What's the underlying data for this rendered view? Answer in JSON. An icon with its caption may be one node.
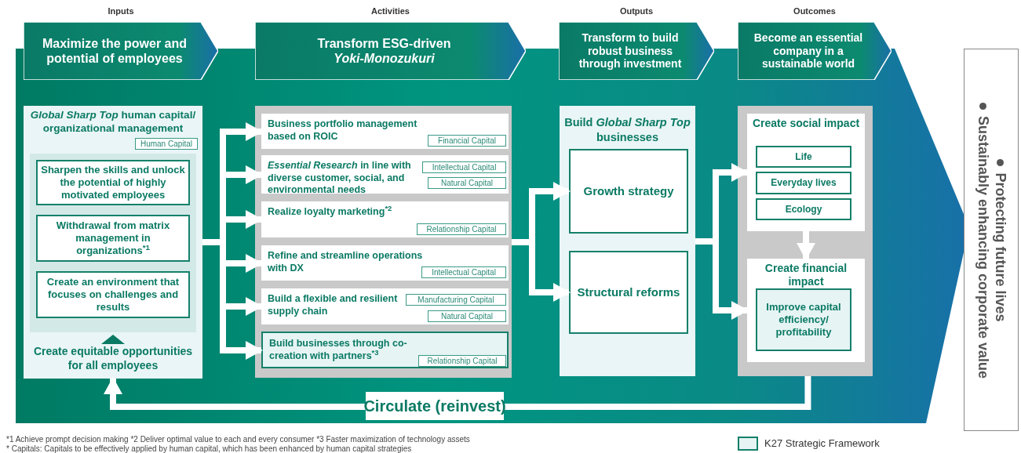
{
  "diagram": {
    "nodes": [
      {
        "text": [
          "Maximize the power and potential of employees"
        ],
        "beside": [
          "Inputs"
        ]
      },
      {
        "text": [
          "Transform ESG-driven *Yoki-Monozukuri*"
        ],
        "beside": [
          "Activities"
        ]
      },
      {
        "text": [
          "Transform to build robust business through investment"
        ],
        "beside": [
          "Outputs"
        ]
      },
      {
        "text": [
          "Become an essential company in a sustainable world"
        ],
        "beside": [
          "Outcomes"
        ]
      },
      {
        "text": [
          "*Global Sharp Top* human capital/ organizational management",
          "Create equitable opportunities for all employees"
        ]
      },
      {
        "text": [
          "Human Capital"
        ],
        "in": 4
      },
      {
        "text": [],
        "shape": "box",
        "in": 4
      },
      {
        "text": [
          "Sharpen the skills and unlock the potential of highly motivated employees"
        ],
        "in": 6
      },
      {
        "text": [
          "Withdrawal from matrix management in organizations$^{*1}$"
        ],
        "in": 6
      },
      {
        "text": [
          "Create an environment that focuses on challenges and results"
        ],
        "in": 6
      },
      {
        "text": [],
        "shape": "box"
      },
      {
        "text": [
          "Business portfolio management based on ROIC"
        ],
        "in": 10
      },
      {
        "text": [
          "Financial Capital"
        ],
        "in": 11
      },
      {
        "text": [
          "*Essential Research* in line with diverse customer, social, and environmental needs"
        ],
        "in": 10
      },
      {
        "text": [
          "Intellectual Capital"
        ],
        "in": 13
      },
      {
        "text": [
          "Natural Capital"
        ],
        "in": 13
      },
      {
        "text": [
          "Realize loyalty marketing$^{*2}$"
        ],
        "in": 10
      },
      {
        "text": [
          "Relationship Capital"
        ],
        "in": 16
      },
      {
        "text": [
          "Refine and streamline operations with DX"
        ],
        "in": 10
      },
      {
        "text": [
          "Intellectual Capital"
        ],
        "in": 18
      },
      {
        "text": [
          "Build a flexible and resilient supply chain"
        ],
        "in": 10
      },
      {
        "text": [
          "Manufacturing Capital"
        ],
        "in": 20
      },
      {
        "text": [
          "Natural Capital"
        ],
        "in": 20
      },
      {
        "text": [
          "Build businesses through co-creation with partners$^{*3}$"
        ],
        "in": 10
      },
      {
        "text": [
          "Relationship Capital"
        ],
        "in": 23
      },
      {
        "text": [
          "Build *Global Sharp Top* businesses"
        ]
      },
      {
        "text": [
          "Growth strategy"
        ],
        "in": 25
      },
      {
        "text": [
          "Structural reforms"
        ],
        "in": 25
      },
      {
        "text": [],
        "shape": "box"
      },
      {
        "text": [
          "Create social impact"
        ],
        "in": 28
      },
      {
        "text": [
          "Life"
        ],
        "in": 29
      },
      {
        "text": [
          "Everyday lives"
        ],
        "in": 29
      },
      {
        "text": [
          "Ecology"
        ],
        "in": 29
      },
      {
        "text": [
          "Create financial impact"
        ],
        "in": 28
      },
      {
        "text": [
          "Improve capital efficiency/ profitability"
        ],
        "in": 33
      },
      {
        "text": [
          "Protecting future lives",
          "Sustainably enhancing corporate value"
        ]
      }
    ],
    "edges": [
      {
        "from": 4,
        "to": 11,
        "arrow": "to"
      },
      {
        "from": 4,
        "to": 13,
        "arrow": "to"
      },
      {
        "from": 4,
        "to": 16,
        "arrow": "to"
      },
      {
        "from": 4,
        "to": 18,
        "arrow": "to"
      },
      {
        "from": 4,
        "to": 20,
        "arrow": "to"
      },
      {
        "from": 4,
        "to": 23,
        "arrow": "to"
      },
      {
        "from": 10,
        "to": 26,
        "arrow": "to"
      },
      {
        "from": 10,
        "to": 27,
        "arrow": "to"
      },
      {
        "from": 25,
        "to": 29,
        "arrow": "to"
      },
      {
        "from": 25,
        "to": 33,
        "arrow": "to"
      },
      {
        "from": 29,
        "to": 33,
        "arrow": "to"
      },
      {
        "from": 28,
        "to": 4,
        "arrow": "to",
        "label": "Circulate (reinvest)"
      }
    ],
    "labels": [
      "*1 Achieve prompt decision making  *2 Deliver optimal value to each and every consumer  *3 Faster maximization of technology assets",
      "* Capitals: Capitals to be effectively applied by human capital, which has been enhanced by human capital strategies"
    ],
    "legend": [
      {
        "text": "K27 Strategic Framework",
        "color": "#e6f4f4"
      }
    ]
  }
}
